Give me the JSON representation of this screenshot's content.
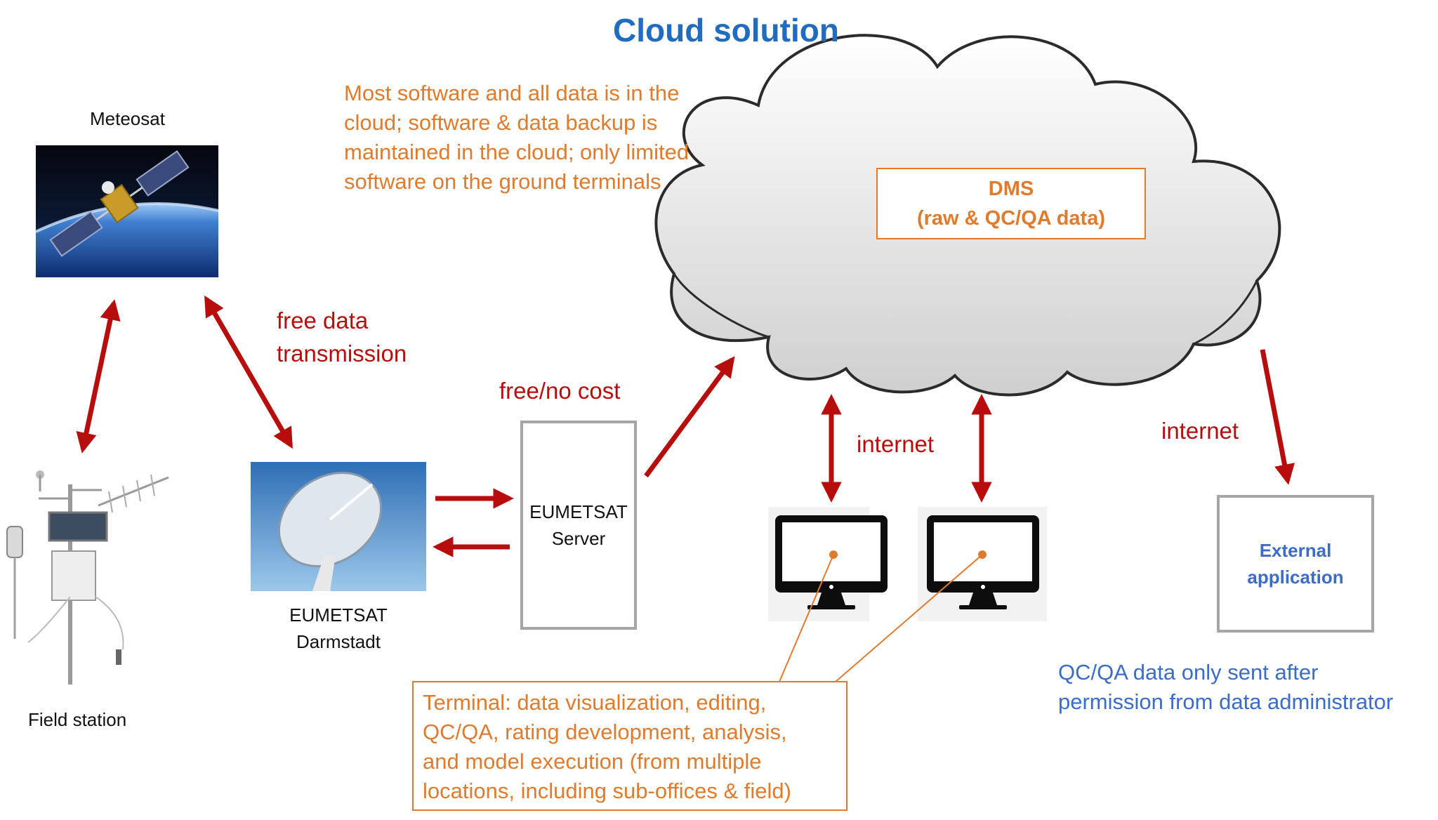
{
  "title": "Cloud solution",
  "cloud_note": [
    "Most software and all data is in the",
    "cloud; software & data backup is",
    "maintained in the cloud; only limited",
    "software on the ground terminals"
  ],
  "meteosat_label": "Meteosat",
  "field_station_label": "Field station",
  "free_transmission_label": [
    "free data",
    "transmission"
  ],
  "darmstadt_label": [
    "EUMETSAT",
    "Darmstadt"
  ],
  "free_no_cost_label": "free/no cost",
  "server_label": [
    "EUMETSAT",
    "Server"
  ],
  "dms_label": [
    "DMS",
    "(raw & QC/QA data)"
  ],
  "internet_label_terminals": "internet",
  "internet_label_external": "internet",
  "external_app_label": [
    "External",
    "application"
  ],
  "qcqa_note": [
    "QC/QA data only sent after",
    "permission from data administrator"
  ],
  "terminal_note": [
    "Terminal: data visualization, editing,",
    "QC/QA, rating development, analysis,",
    "and model execution (from multiple",
    "locations, including sub-offices & field)"
  ],
  "colors": {
    "title_blue": "#1F6CC0",
    "note_orange": "#E07B2E",
    "arrow_red": "#B80D0D",
    "note_blue": "#3A6CC8",
    "box_gray": "#A6A6A6",
    "cloud_gray": "#D3D3D3"
  },
  "icons": [
    "satellite-image",
    "weather-station-image",
    "satellite-dish-image",
    "monitor-icon"
  ]
}
